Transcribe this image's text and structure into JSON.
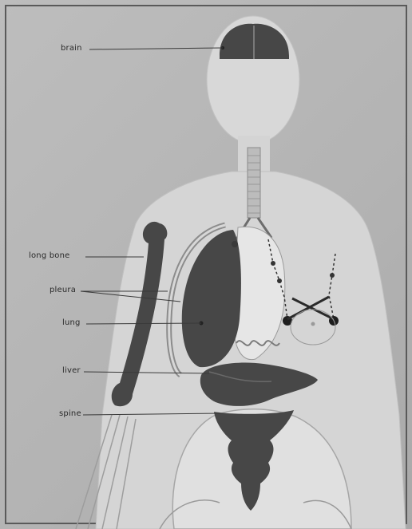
{
  "labels": {
    "brain": "brain",
    "long_bone": "long bone",
    "pleura": "pleura",
    "lung": "lung",
    "liver": "liver",
    "spine": "spine"
  },
  "colors": {
    "background": "#b7b7b7",
    "body_fill": "#d6d6d6",
    "organ_dark": "#474747",
    "organ_light": "#e4e4e4",
    "line": "#3a3a3a"
  }
}
